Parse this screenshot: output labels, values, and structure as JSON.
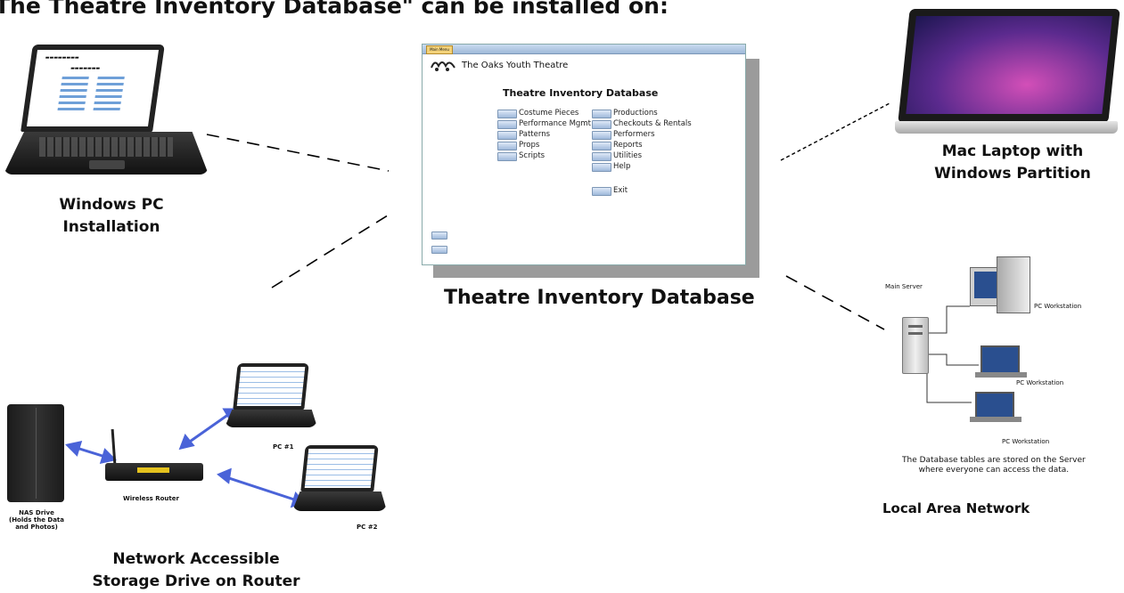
{
  "heading": "The Theatre Inventory Database\" can be installed on:",
  "captions": {
    "windows_pc_line1": "Windows PC",
    "windows_pc_line2": "Installation",
    "center": "Theatre Inventory Database",
    "mac_line1": "Mac Laptop with",
    "mac_line2": "Windows Partition",
    "lan": "Local Area Network",
    "nas_line1": "Network Accessible",
    "nas_line2": "Storage Drive on Router"
  },
  "db_window": {
    "tab_label": "Main Menu",
    "org_name": "The Oaks Youth Theatre",
    "title": "Theatre Inventory Database",
    "left_menu": [
      "Costume Pieces",
      "Performance Mgmt",
      "Patterns",
      "Props",
      "Scripts"
    ],
    "right_menu": [
      "Productions",
      "Checkouts & Rentals",
      "Performers",
      "Reports",
      "Utilities",
      "Help"
    ],
    "exit_label": "Exit"
  },
  "lan": {
    "main_server": "Main Server",
    "workstation1": "PC Workstation",
    "workstation2": "PC Workstation",
    "workstation3": "PC Workstation",
    "note_line1": "The Database tables are stored on the Server",
    "note_line2": "where everyone can access the data."
  },
  "nas": {
    "drive_line1": "NAS Drive",
    "drive_line2": "(Holds the Data",
    "drive_line3": "and Photos)",
    "router": "Wireless Router",
    "pc1": "PC #1",
    "pc2": "PC #2"
  },
  "colors": {
    "arrow": "#4a63d8",
    "dash": "#000000",
    "db_shadow": "#9b9b9b"
  }
}
